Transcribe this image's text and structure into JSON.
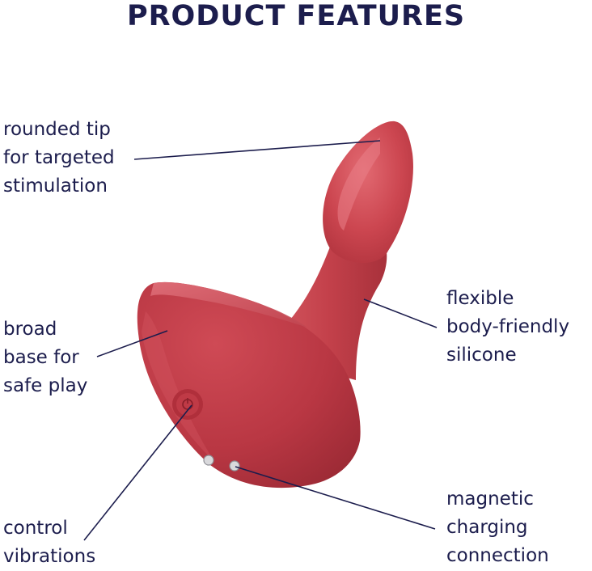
{
  "heading": "PRODUCT FEATURES",
  "callouts": {
    "tip": [
      "rounded tip",
      "for targeted",
      "stimulation"
    ],
    "base": [
      "broad",
      "base for",
      "safe play"
    ],
    "control": [
      "control",
      "vibrations"
    ],
    "flexible": [
      "flexible",
      "body-friendly",
      "silicone"
    ],
    "magnetic": [
      "magnetic",
      "charging",
      "connection"
    ]
  },
  "colors": {
    "text": "#1c1d4d",
    "product": "#c8434f",
    "product_shadow": "#a8323d",
    "product_highlight": "#e06a72"
  }
}
